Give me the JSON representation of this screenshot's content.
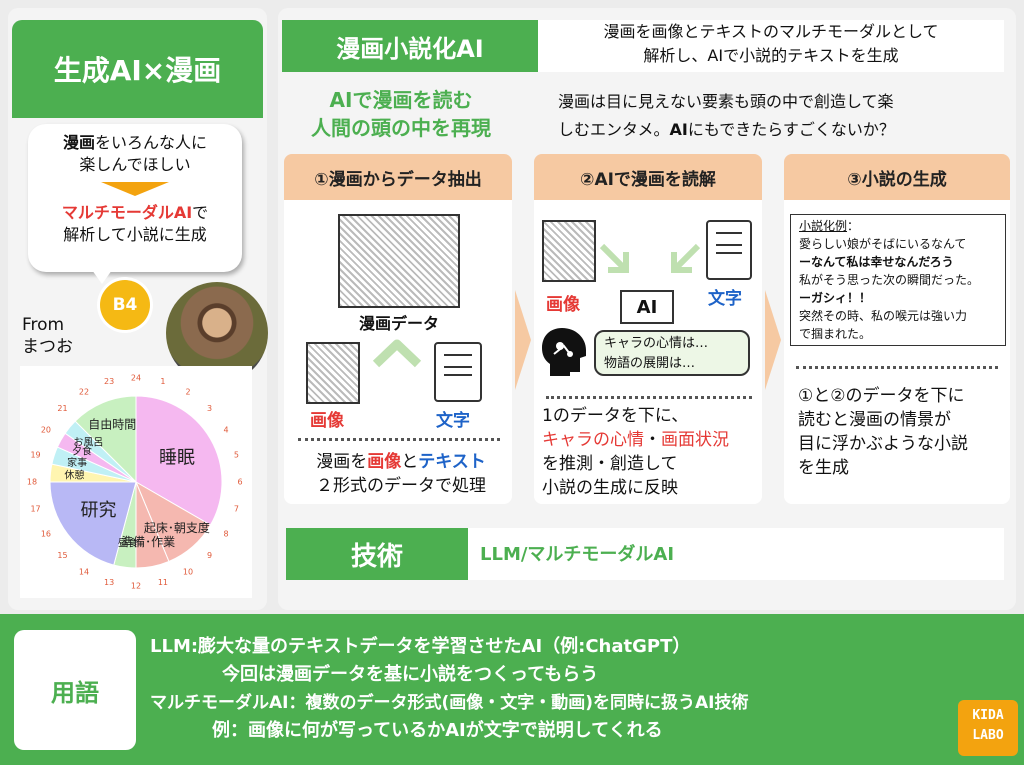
{
  "left": {
    "title": "生成AI×漫画",
    "bubble": {
      "line1_bold": "漫画",
      "line1_rest": "をいろんな人に",
      "line2": "楽しんでほしい",
      "line3_red": "マルチモーダルAI",
      "line3_rest": "で",
      "line4": "解析して小説に生成"
    },
    "grade": "B4",
    "from_label": "From",
    "from_name": "まつお",
    "clock": {
      "hour_labels": [
        "24",
        "1",
        "2",
        "3",
        "4",
        "5",
        "6",
        "7",
        "8",
        "9",
        "10",
        "11",
        "12",
        "13",
        "14",
        "15",
        "16",
        "17",
        "18",
        "19",
        "20",
        "21",
        "22",
        "23"
      ],
      "segments": [
        {
          "label": "自由時間",
          "start": 21,
          "end": 24,
          "color": "#c8f0c0"
        },
        {
          "label": "睡眠",
          "start": 0,
          "end": 8,
          "color": "#f5b8f0"
        },
        {
          "label": "起床･朝支度",
          "start": 8,
          "end": 10.5,
          "color": "#f5b8b0"
        },
        {
          "label": "準備･作業",
          "start": 10.5,
          "end": 12,
          "color": "#f5b8b0"
        },
        {
          "label": "昼食",
          "start": 12,
          "end": 13,
          "color": "#c8f0c0"
        },
        {
          "label": "研究",
          "start": 13,
          "end": 18,
          "color": "#b8b8f5"
        },
        {
          "label": "休憩",
          "start": 18,
          "end": 18.8,
          "color": "#fff5b0"
        },
        {
          "label": "家事",
          "start": 18.8,
          "end": 19.6,
          "color": "#c0f0f5"
        },
        {
          "label": "夕食",
          "start": 19.6,
          "end": 20.3,
          "color": "#f5b8f0"
        },
        {
          "label": "お風呂",
          "start": 20.3,
          "end": 21,
          "color": "#c0f0f5"
        }
      ]
    }
  },
  "main": {
    "title": "漫画小説化AI",
    "desc_line1": "漫画を画像とテキストのマルチモーダルとして",
    "desc_line2": "解析し、AIで小説的テキストを生成",
    "subtitle_line1": "AIで漫画を読む",
    "subtitle_line2": "人間の頭の中を再現",
    "intro_line1": "漫画は目に見えない要素も頭の中で創造して楽",
    "intro_line2_a": "しむエンタメ。",
    "intro_line2_bold": "AI",
    "intro_line2_b": "にもできたらすごくないか？"
  },
  "steps": {
    "s1": {
      "header": "①漫画からデータ抽出",
      "manga_data": "漫画データ",
      "image_label": "画像",
      "text_label": "文字",
      "line1_a": "漫画を",
      "line1_red": "画像",
      "line1_b": "と",
      "line1_blue": "テキスト",
      "line2": "２形式のデータで処理"
    },
    "s2": {
      "header": "②AIで漫画を読解",
      "image_label": "画像",
      "ai_label": "AI",
      "text_label": "文字",
      "thought1": "キャラの心情は…",
      "thought2": "物語の展開は…",
      "line1": "1のデータを下に、",
      "line2_red1": "キャラの心情",
      "line2_sep": "・",
      "line2_red2": "画面状況",
      "line3": "を推測・創造して",
      "line4": "小説の生成に反映"
    },
    "s3": {
      "header": "③小説の生成",
      "example_title": "小説化例",
      "example_colon": "：",
      "ex1": "愛らしい娘がそばにいるなんて",
      "ex2": "ーなんて私は幸せなんだろう",
      "ex3": "私がそう思った次の瞬間だった。",
      "ex4": "ーガシィ！！",
      "ex5": "突然その時、私の喉元は強い力",
      "ex6": "で掴まれた。",
      "line1": "①と②のデータを下に",
      "line2": "読むと漫画の情景が",
      "line3": "目に浮かぶような小説",
      "line4": "を生成"
    }
  },
  "tech": {
    "label": "技術",
    "value": "LLM/マルチモーダルAI"
  },
  "glossary": {
    "label": "用語",
    "line1": "LLM:膨大な量のテキストデータを学習させたAI（例:ChatGPT）",
    "line2": "今回は漫画データを基に小説をつくってもらう",
    "line3": "マルチモーダルAI：複数のデータ形式(画像・文字・動画)を同時に扱うAI技術",
    "line4": "例：画像に何が写っているかAIが文字で説明してくれる"
  },
  "logo": {
    "line1": "KIDA",
    "line2": "LABO"
  },
  "colors": {
    "green": "#4caf50",
    "peach": "#f6c9a2",
    "orange": "#f3a30f",
    "red": "#e53935",
    "blue": "#1e63c8"
  }
}
